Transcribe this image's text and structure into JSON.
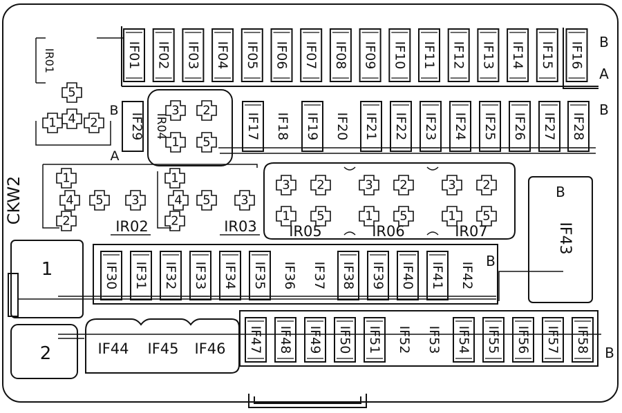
{
  "row1": {
    "fuses": [
      "IF01",
      "IF02",
      "IF03",
      "IF04",
      "IF05",
      "IF06",
      "IF07",
      "IF08",
      "IF09",
      "IF10",
      "IF11",
      "IF12",
      "IF13",
      "IF14",
      "IF15",
      "IF16"
    ],
    "marker_b": "B",
    "marker_a": "A"
  },
  "row2": {
    "left_fuse": "IF29",
    "left_marker_b": "B",
    "left_marker_a": "A",
    "fuses": [
      "IF17",
      "IF18",
      "IF19",
      "IF20",
      "IF21",
      "IF22",
      "IF23",
      "IF24",
      "IF25",
      "IF26",
      "IF27",
      "IF28"
    ],
    "marker_b": "B"
  },
  "relay_ir01": {
    "name": "IR01",
    "pins": [
      "5",
      "1",
      "4",
      "2"
    ]
  },
  "relay_ir04": {
    "name": "IR04",
    "pins": [
      "3",
      "2",
      "1",
      "5"
    ]
  },
  "relay_ir02": {
    "name": "IR02",
    "pins": [
      "1",
      "4",
      "2",
      "5",
      "3"
    ]
  },
  "relay_ir03": {
    "name": "IR03",
    "pins": [
      "1",
      "4",
      "2",
      "5",
      "3"
    ]
  },
  "relay_group": {
    "relays": [
      {
        "name": "IR05",
        "pins": [
          "3",
          "2",
          "1",
          "5"
        ]
      },
      {
        "name": "IR06",
        "pins": [
          "3",
          "2",
          "1",
          "5"
        ]
      },
      {
        "name": "IR07",
        "pins": [
          "3",
          "2",
          "1",
          "5"
        ]
      }
    ]
  },
  "connector_label": "CKW2",
  "if43": {
    "label": "IF43",
    "marker": "B"
  },
  "row3": {
    "fuses": [
      "IF30",
      "IF31",
      "IF32",
      "IF33",
      "IF34",
      "IF35",
      "IF36",
      "IF37",
      "IF38",
      "IF39",
      "IF40",
      "IF41",
      "IF42"
    ],
    "marker_b": "B"
  },
  "big_fuses": [
    "IF44",
    "IF45",
    "IF46"
  ],
  "row4": {
    "fuses": [
      "IF47",
      "IF48",
      "IF49",
      "IF50",
      "IF51",
      "IF52",
      "IF53",
      "IF54",
      "IF55",
      "IF56",
      "IF57",
      "IF58"
    ],
    "marker_b": "B"
  },
  "box1_label": "1",
  "box2_label": "2"
}
